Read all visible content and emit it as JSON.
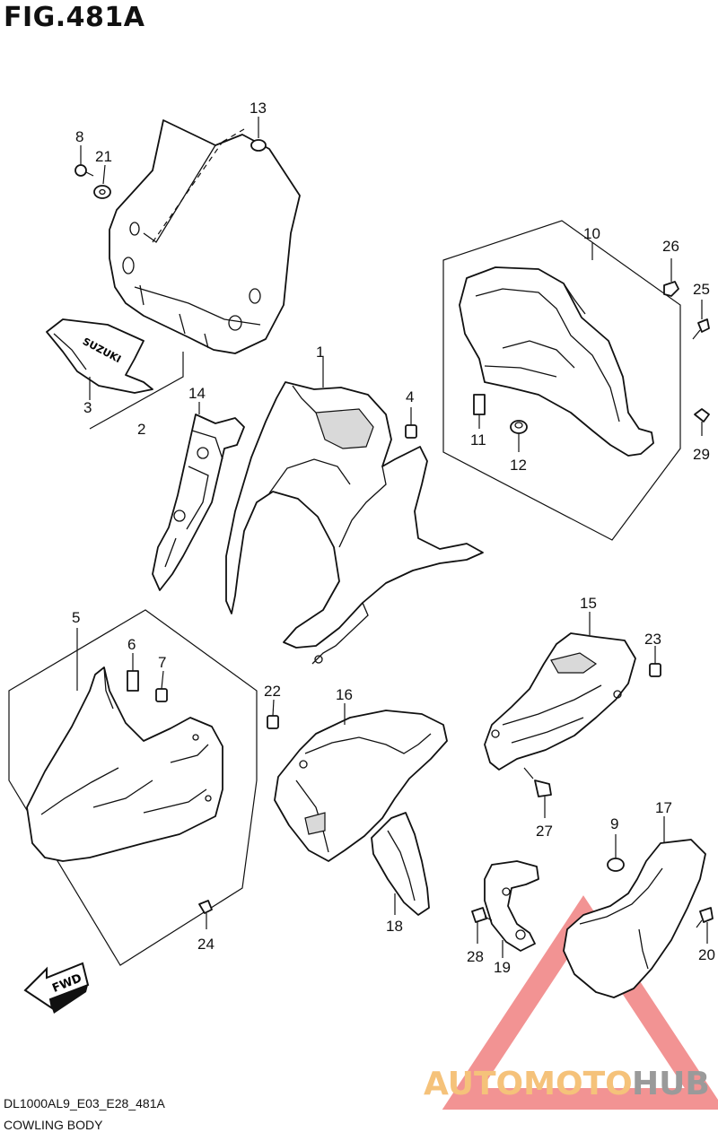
{
  "header": {
    "title": "FIG.481A"
  },
  "footer": {
    "code": "DL1000AL9_E03_E28_481A",
    "name": "COWLING BODY"
  },
  "callouts": [
    "1",
    "2",
    "3",
    "4",
    "5",
    "6",
    "7",
    "8",
    "9",
    "10",
    "11",
    "12",
    "13",
    "14",
    "15",
    "16",
    "17",
    "18",
    "19",
    "20",
    "21",
    "22",
    "23",
    "24",
    "25",
    "26",
    "27",
    "28",
    "29"
  ],
  "badge": {
    "fwd": "FWD"
  },
  "windscreen_logo": "SUZUKI",
  "watermark": {
    "part1": "AUTOMOTO",
    "part2": "HUB",
    "color1": "#f5c27a",
    "color2": "#9a9a9a",
    "triangle": "#f08080"
  }
}
